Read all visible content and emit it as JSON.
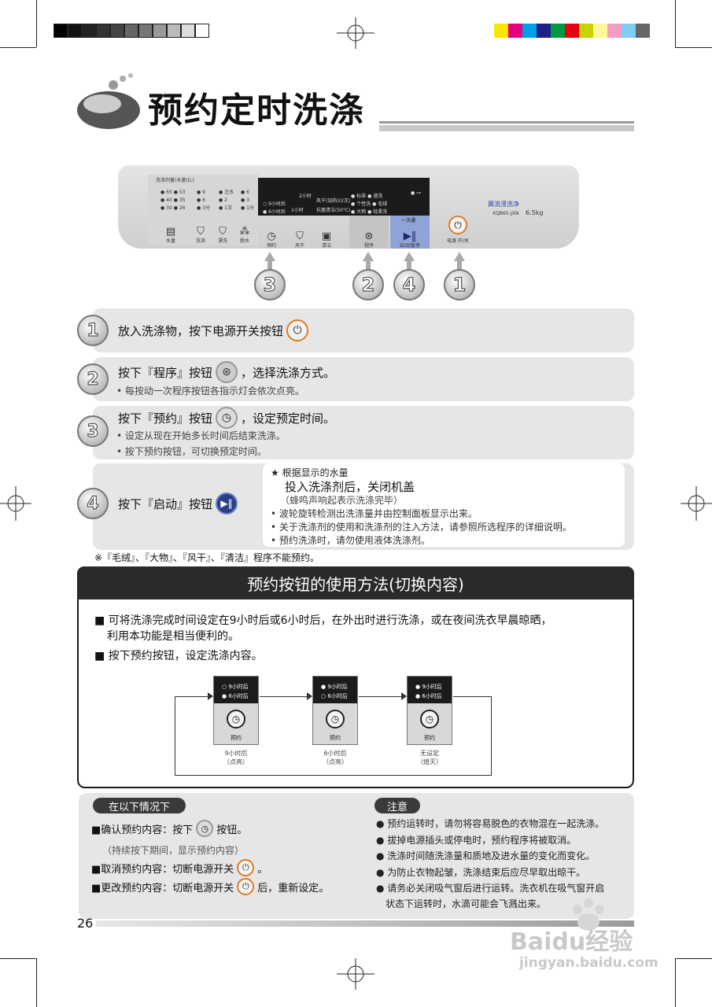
{
  "title": "预约定时洗涤",
  "panel": {
    "water_label": "洗涤剂量(水量)(L)",
    "water_levels": [
      "65",
      "53",
      "40",
      "35",
      "30",
      "26"
    ],
    "wash_times": [
      "9",
      "6",
      "3分"
    ],
    "rinse_counts": [
      "注水",
      "2",
      "1次"
    ],
    "spin_times": [
      "6",
      "3",
      "1分"
    ],
    "buttons": [
      "水量",
      "洗涤",
      "漂洗",
      "脱水",
      "预约",
      "风干",
      "清洁",
      "程序",
      "启动/暂停",
      "电源 开/关"
    ],
    "timer_options": [
      "9小时后",
      "6小时后"
    ],
    "display_texts": [
      "2小时",
      "1小时",
      "风干(加热)(2次)",
      "抗菌清洁(50℃)",
      "标准",
      "速洗",
      "个性洗",
      "毛绒",
      "大物",
      "轻柔洗"
    ],
    "first_wash_label": "一次通",
    "brand_name": "翼流浸洗净",
    "model": "XQB65-JXN",
    "capacity": "6.5kg"
  },
  "callouts": [
    "3",
    "2",
    "4",
    "1"
  ],
  "steps": [
    {
      "num": "1",
      "text_before": "放入洗涤物，按下电源开关按钮",
      "text_after": "",
      "subs": []
    },
    {
      "num": "2",
      "text_before": "按下『程序』按钮",
      "text_after": "，选择洗涤方式。",
      "subs": [
        "• 每按动一次程序按钮各指示灯会依次点亮。"
      ]
    },
    {
      "num": "3",
      "text_before": "按下『预约』按钮",
      "text_after": "，设定预定时间。",
      "subs": [
        "• 设定从现在开始多长时间后结束洗涤。",
        "• 按下预约按钮，可切换预定时间。"
      ]
    },
    {
      "num": "4",
      "text_before": "按下『启动』按钮",
      "text_after": "",
      "subs": []
    }
  ],
  "step4_note": {
    "line1": "★ 根据显示的水量",
    "line2": "投入洗涤剂后，关闭机盖",
    "line3": "（蜂鸣声响起表示洗涤完毕）",
    "bullets": [
      "• 波轮旋转检测出洗涤量并由控制面板显示出来。",
      "• 关于洗涤剂的使用和洗涤剂的注入方法，请参照所选程序的详细说明。",
      "• 预约洗涤时，请勿使用液体洗涤剂。"
    ]
  },
  "exclusion_note": "※『毛绒』、『大物』、『风干』、『清洁』程序不能预约。",
  "section": {
    "header": "预约按钮的使用方法(切换内容)",
    "para1_line1": "■ 可将洗涤完成时间设定在9小时后或6小时后，在外出时进行洗涤，或在夜间洗衣早晨晾晒，",
    "para1_line2": "利用本功能是相当便利的。",
    "para2": "■ 按下预约按钮，设定洗涤内容。",
    "cards": [
      {
        "line1": "○ 9小时后",
        "line2": "● 6小时后",
        "label": "预约",
        "cap1": "9小时后",
        "cap2": "（点亮）"
      },
      {
        "line1": "● 9小时后",
        "line2": "○ 6小时后",
        "label": "预约",
        "cap1": "6小时后",
        "cap2": "（点亮）"
      },
      {
        "line1": "● 9小时后",
        "line2": "● 6小时后",
        "label": "预约",
        "cap1": "无设定",
        "cap2": "（熄灭）"
      }
    ]
  },
  "conditions": {
    "header": "在以下情况下",
    "confirm_before": "■确认预约内容：按下",
    "confirm_after": "按钮。",
    "confirm_sub": "（持续按下期间，显示预约内容）",
    "cancel_before": "■取消预约内容：切断电源开关",
    "cancel_after": "。",
    "change_before": "■更改预约内容：切断电源开关",
    "change_after": "后，重新设定。"
  },
  "notice": {
    "header": "注意",
    "items": [
      "● 预约运转时，请勿将容易脱色的衣物混在一起洗涤。",
      "● 拔掉电源插头或停电时，预约程序将被取消。",
      "● 洗涤时间随洗涤量和质地及进水量的变化而变化。",
      "● 为防止衣物起皱，洗涤结束后应尽早取出晾干。",
      "● 请务必关闭吸气窗后进行运转。洗衣机在吸气窗开启",
      "状态下运转时，水滴可能会飞溅出来。"
    ]
  },
  "page_number": "26",
  "watermark": {
    "logo": "Baidu经验",
    "url": "jingyan.baidu.com"
  },
  "colors": {
    "accent_orange": "#e07b2a",
    "start_blue": "#2a3f8a",
    "dark": "#2a2a2a",
    "panel_gray": "#e6e6e6"
  }
}
